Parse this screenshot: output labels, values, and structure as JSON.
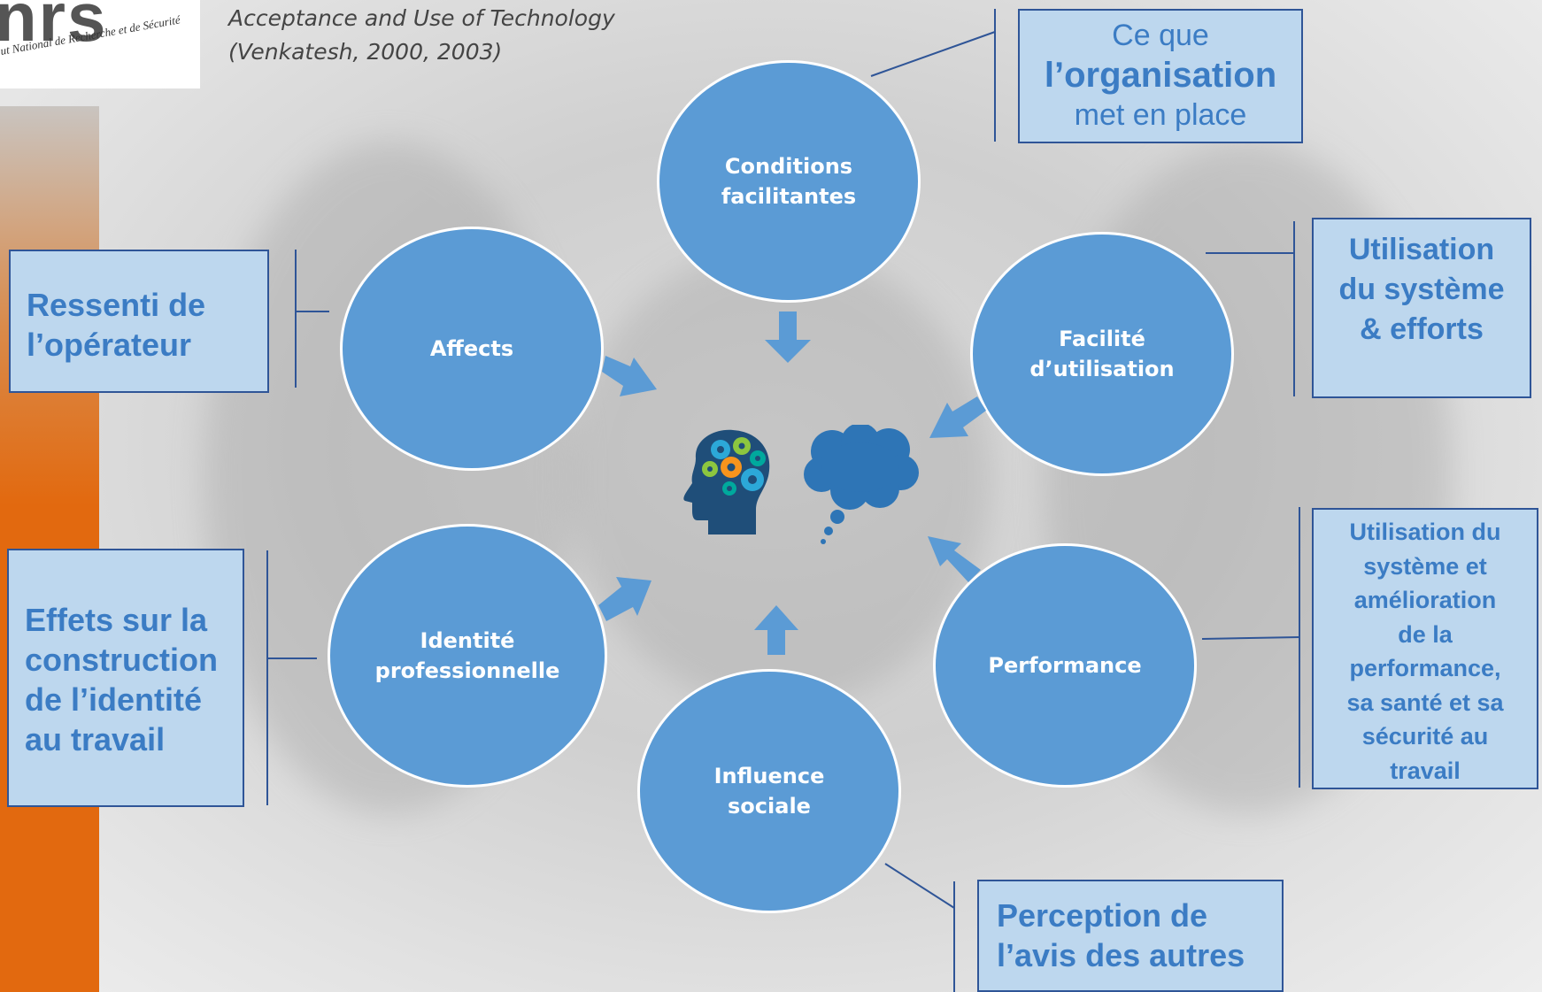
{
  "header": {
    "logo_letters": "nrs",
    "logo_tagline": "ut National de Recherche et de Sécurité",
    "source_line1": "Acceptance and Use of Technology",
    "source_line2": "(Venkatesh, 2000, 2003)"
  },
  "circles": [
    {
      "id": "conditions",
      "line1": "Conditions",
      "line2": "facilitantes"
    },
    {
      "id": "facilite",
      "line1": "Facilité",
      "line2": "d’utilisation"
    },
    {
      "id": "performance",
      "line1": "Performance"
    },
    {
      "id": "influence",
      "line1": "Influence",
      "line2": "sociale"
    },
    {
      "id": "identite",
      "line1": "Identité",
      "line2": "professionnelle"
    },
    {
      "id": "affects",
      "line1": "Affects"
    }
  ],
  "labels": {
    "organisation": {
      "line1": "Ce que",
      "line2": "l’organisation",
      "line3": "met en place"
    },
    "utilisation": {
      "line1": "Utilisation",
      "line2": "du système",
      "line3": "& efforts"
    },
    "performance": {
      "lines": [
        "Utilisation du",
        "système et",
        "amélioration",
        "de la",
        "performance,",
        "sa santé et sa",
        "sécurité au",
        "travail"
      ]
    },
    "influence": {
      "line1": "Perception de",
      "line2": "l’avis des autres"
    },
    "identite": {
      "line1": "Effets sur la",
      "line2": "construction",
      "line3": "de l’identité",
      "line4": "au travail"
    },
    "affects": {
      "line1": "Ressenti de",
      "line2": "l’opérateur"
    }
  },
  "colors": {
    "circle_fill": "#5b9bd5",
    "label_fill": "#bdd7ee",
    "label_text": "#3b7cc4",
    "label_border": "#2f5597",
    "accent_orange": "#e2690f"
  },
  "icons": {
    "center_head": "head-gears-icon",
    "center_thought": "thought-bubble-icon",
    "arrows": "block-arrow-icon"
  }
}
